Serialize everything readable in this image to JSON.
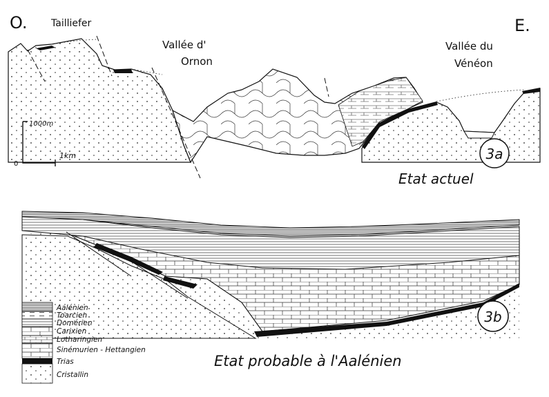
{
  "top": {
    "west": "O.",
    "east": "E.",
    "peak": "Tailliefer",
    "valley_left_1": "Vallée d'",
    "valley_left_2": "Ornon",
    "valley_right_1": "Vallée du",
    "valley_right_2": "Vénéon",
    "scale_height": "1000m",
    "scale_zero": "0",
    "scale_length": "1km",
    "badge": "3a",
    "caption": "Etat actuel"
  },
  "bottom": {
    "badge": "3b",
    "caption": "Etat probable à l'Aalénien"
  },
  "legend": [
    {
      "label": "Aalénien",
      "pattern": "dense-lines"
    },
    {
      "label": "Toarcien",
      "pattern": "dashes"
    },
    {
      "label": "Domérien",
      "pattern": "sparse-lines"
    },
    {
      "label": "Carixien",
      "pattern": "blocks"
    },
    {
      "label": "Lotharingien",
      "pattern": "blocks-fine"
    },
    {
      "label": "Sinémurien - Hettangien",
      "pattern": "limestone"
    },
    {
      "label": "Trias",
      "pattern": "black"
    },
    {
      "label": "Cristallin",
      "pattern": "dots"
    }
  ]
}
